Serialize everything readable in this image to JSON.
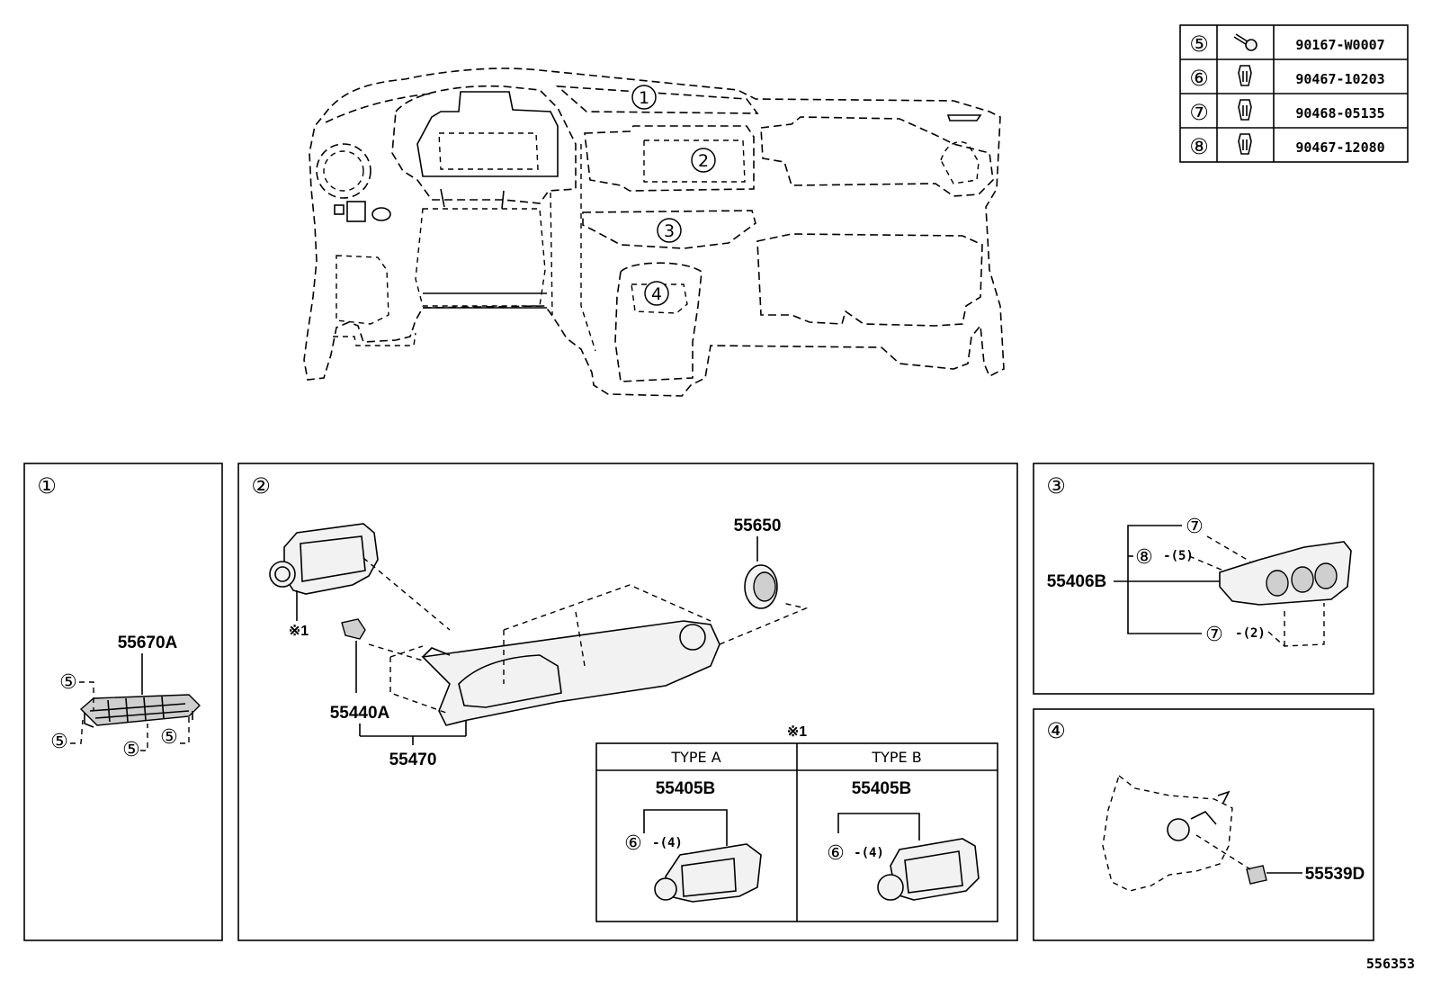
{
  "fastener_table": [
    {
      "ref": "⑤",
      "part_no": "90167-W0007",
      "icon": "bolt-icon"
    },
    {
      "ref": "⑥",
      "part_no": "90467-10203",
      "icon": "clip-icon"
    },
    {
      "ref": "⑦",
      "part_no": "90468-05135",
      "icon": "clip-icon"
    },
    {
      "ref": "⑧",
      "part_no": "90467-12080",
      "icon": "clip-icon"
    }
  ],
  "overview": {
    "callouts": [
      "①",
      "②",
      "③",
      "④"
    ]
  },
  "panel1": {
    "ref": "①",
    "part": "55670A",
    "fasteners": [
      "⑤",
      "⑤",
      "⑤",
      "⑤"
    ]
  },
  "panel2": {
    "ref": "②",
    "parts": {
      "speaker": "55650",
      "note_ref": "※1",
      "bracket": "55440A",
      "panel": "55470"
    },
    "subtable": {
      "note": "※1",
      "type_a": {
        "heading": "TYPE A",
        "part": "55405B",
        "fastener": "⑥",
        "qty": "-(4)"
      },
      "type_b": {
        "heading": "TYPE B",
        "part": "55405B",
        "fastener": "⑥",
        "qty": "-(4)"
      }
    }
  },
  "panel3": {
    "ref": "③",
    "part": "55406B",
    "fasteners": [
      {
        "ref": "⑦",
        "qty": ""
      },
      {
        "ref": "⑧",
        "qty": "-(5)"
      },
      {
        "ref": "⑦",
        "qty": "-(2)"
      }
    ]
  },
  "panel4": {
    "ref": "④",
    "part": "55539D"
  },
  "diagram_id": "556353"
}
